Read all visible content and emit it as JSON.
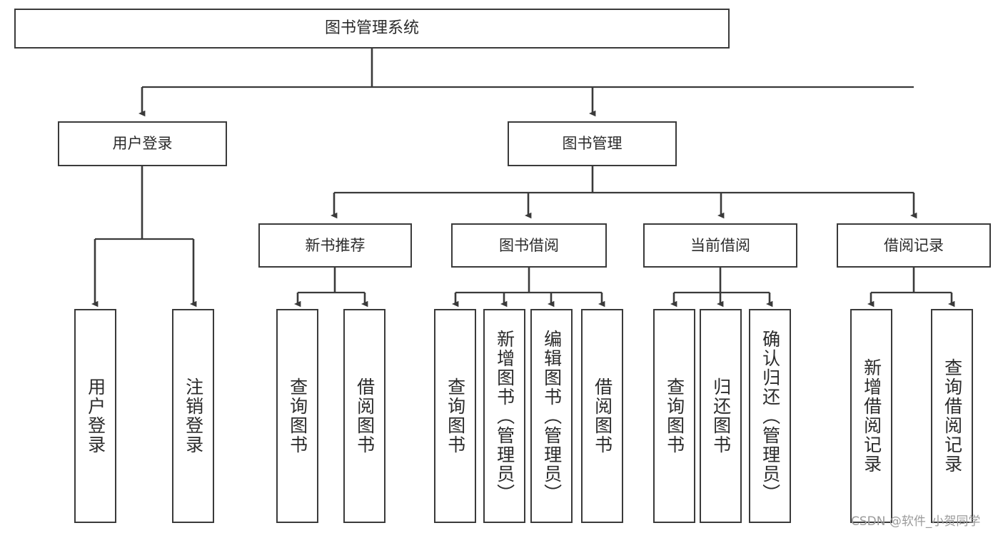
{
  "diagram": {
    "title": "图书管理系统",
    "type": "function-structure-tree",
    "watermark": "CSDN @软件_小贺同学",
    "colors": {
      "box_border": "#3a3a3a",
      "box_fill": "#ffffff",
      "connector": "#3a3a3a",
      "text": "#2b2b2b",
      "watermark": "#9b9b9b"
    },
    "nodes": {
      "root": {
        "label": "图书管理系统"
      },
      "level2": [
        {
          "label": "用户登录"
        },
        {
          "label": "图书管理"
        }
      ],
      "level3": [
        {
          "label": "新书推荐"
        },
        {
          "label": "图书借阅"
        },
        {
          "label": "当前借阅"
        },
        {
          "label": "借阅记录"
        }
      ],
      "leaves": {
        "user_login": [
          {
            "label": "用户登录"
          },
          {
            "label": "注销登录"
          }
        ],
        "new_book_recommend": [
          {
            "label": "查询图书"
          },
          {
            "label": "借阅图书"
          }
        ],
        "book_borrow": [
          {
            "label": "查询图书"
          },
          {
            "label": "新增图书（管理员）"
          },
          {
            "label": "编辑图书（管理员）"
          },
          {
            "label": "借阅图书"
          }
        ],
        "current_borrow": [
          {
            "label": "查询图书"
          },
          {
            "label": "归还图书"
          },
          {
            "label": "确认归还（管理员）"
          }
        ],
        "borrow_record": [
          {
            "label": "新增借阅记录"
          },
          {
            "label": "查询借阅记录"
          }
        ]
      }
    }
  }
}
